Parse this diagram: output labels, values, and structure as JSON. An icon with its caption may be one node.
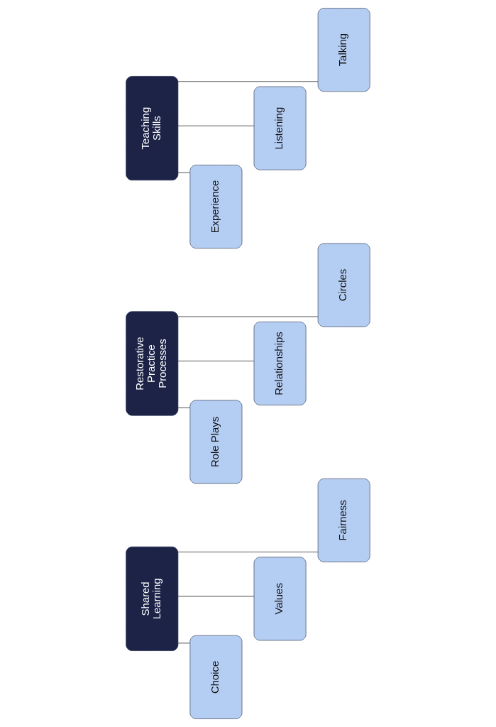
{
  "diagram": {
    "nodes": [
      {
        "text": [
          "Shared Learning"
        ]
      },
      {
        "text": [
          "Choice"
        ]
      },
      {
        "text": [
          "Values"
        ]
      },
      {
        "text": [
          "Fairness"
        ]
      },
      {
        "text": [
          "Restorative Practice Processes"
        ]
      },
      {
        "text": [
          "Role Plays"
        ]
      },
      {
        "text": [
          "Relationships"
        ]
      },
      {
        "text": [
          "Circles"
        ]
      },
      {
        "text": [
          "Teaching Skills"
        ]
      },
      {
        "text": [
          "Experience"
        ]
      },
      {
        "text": [
          "Listening"
        ]
      },
      {
        "text": [
          "Talking"
        ]
      }
    ],
    "edges": [
      {
        "from": 0,
        "to": 1,
        "arrow": "none"
      },
      {
        "from": 0,
        "to": 2,
        "arrow": "none"
      },
      {
        "from": 0,
        "to": 3,
        "arrow": "none"
      },
      {
        "from": 4,
        "to": 5,
        "arrow": "none"
      },
      {
        "from": 4,
        "to": 6,
        "arrow": "none"
      },
      {
        "from": 4,
        "to": 7,
        "arrow": "none"
      },
      {
        "from": 8,
        "to": 9,
        "arrow": "none"
      },
      {
        "from": 8,
        "to": 10,
        "arrow": "none"
      },
      {
        "from": 8,
        "to": 11,
        "arrow": "none"
      }
    ]
  }
}
